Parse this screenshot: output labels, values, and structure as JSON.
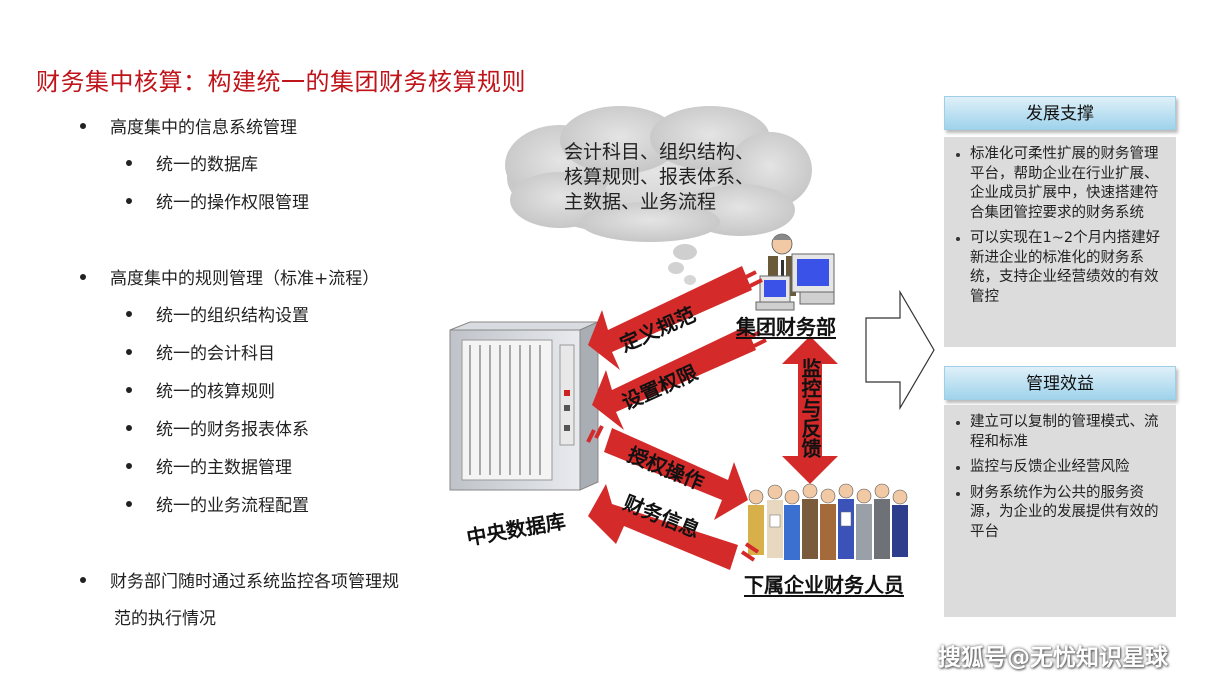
{
  "title": "财务集中核算：构建统一的集团财务核算规则",
  "left_list": {
    "g1": "高度集中的信息系统管理",
    "g1_items": [
      "统一的数据库",
      "统一的操作权限管理"
    ],
    "g2": "高度集中的规则管理（标准+流程）",
    "g2_items": [
      "统一的组织结构设置",
      "统一的会计科目",
      "统一的核算规则",
      "统一的财务报表体系",
      "统一的主数据管理",
      "统一的业务流程配置"
    ],
    "g3_line1": "财务部门随时通过系统监控各项管理规",
    "g3_line2": "范的执行情况"
  },
  "cloud_lines": [
    "会计科目、组织结构、",
    "核算规则、报表体系、",
    "主数据、业务流程"
  ],
  "diagram": {
    "group_finance": "集团财务部",
    "central_db": "中央数据库",
    "sub_staff": "下属企业财务人员",
    "arrow_define": "定义规范",
    "arrow_permission": "设置权限",
    "arrow_authorize": "授权操作",
    "arrow_info": "财务信息",
    "monitor_feedback": "监控与反馈"
  },
  "panel1": {
    "heading": "发展支撑",
    "items": [
      "标准化可柔性扩展的财务管理平台，帮助企业在行业扩展、企业成员扩展中，快速搭建符合集团管控要求的财务系统",
      "可以实现在1~2个月内搭建好新进企业的标准化的财务系统，支持企业经营绩效的有效管控"
    ]
  },
  "panel2": {
    "heading": "管理效益",
    "items": [
      "建立可以复制的管理模式、流程和标准",
      "监控与反馈企业经营风险",
      "财务系统作为公共的服务资源，为企业的发展提供有效的平台"
    ]
  },
  "watermark": "搜狐号@无忧知识星球",
  "colors": {
    "title": "#c0141b",
    "arrow": "#d42a2a",
    "panel_head": "#9fd3ec",
    "panel_body": "#dcdcdc"
  }
}
